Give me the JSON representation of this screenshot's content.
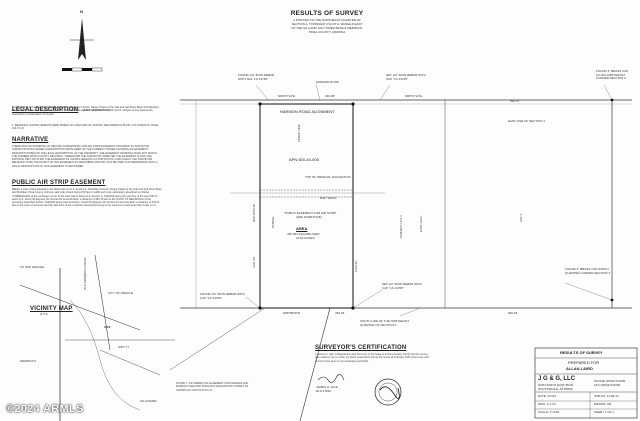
{
  "header": {
    "title": "RESULTS OF SURVEY",
    "lines": [
      "A PORTION OF THE NORTHEAST QUARTER OF",
      "SECTION 4, TOWNSHIP 9 SOUTH, RANGE 8 EAST",
      "OF THE GILA AND SALT RIVER BASE & MERIDIAN,",
      "PINAL COUNTY, ARIZONA"
    ]
  },
  "north_arrow": {
    "label": "N"
  },
  "notes": {
    "legal_description": {
      "heading": "LEGAL DESCRIPTION",
      "sub": "(DOC 133893 P.C.R.)",
      "text": "The West half of the East half of Lot 3, Section 4, Township 9 South, Range 8 East of the Gila and Salt River Base and Meridian, Pinal County, Arizona. Except all oil, gas and other minerals as reserved in instrument of record. Subject to any easements, restrictions or reservations of record."
    },
    "basis_of_bearing": {
      "text": "1. BEARINGS SHOWN HEREON WERE BASED ON A RECORD OF SURVEY RECORDED IN BOOK 3 OF SURVEYS, PAGE 104 P.C.R."
    },
    "narrative": {
      "heading": "NARRATIVE",
      "text": "THERE WAS NO EVIDENCE OF RECORD CONCERNING THIS AIR STRIP EASEMENT PROVIDED TO SURVEYOR. SURVEYOR DISCOVERED A DESCRIPTION FROM DEED OF THE CURRENT OWNER SHOWING AN EASEMENT DESCRIPTION BELOW THE LEGAL DESCRIPTION OF THE PROPERTY. THE EASEMENT WORDING DOES NOT MATCH THE NUMBER FROM COUNTY RECORDS; THEREFORE THE SURVEYOR ORIENTED THE EASEMENT ALONG THE EXISTING DIRT AIR STRIP. THE EASEMENT AS SHOWN HEREON IS A PORTION OF LAND WHICH THE SURVEYOR BELIEVES TO BE THE INTENT OF THE EASEMENT AS DESCRIBED AND MAY NOT BE USED FOR REFERENCE UNTIL A LEGAL DESCRIPTION OF THIS EASEMENT IS RECORDED."
    },
    "easement": {
      "heading": "PUBLIC AIR STRIP EASEMENT",
      "text": "BEING a strip of land situated in the West half of Lot 3, Section 4, Township 9 South, Range 8 East of the Gila and Salt River Base and Meridian, Pinal County, Arizona, said strip of land being 150 feet in width and more particularly described as follows: COMMENCING at the northeast corner of the west half of said Lot 3, Section 4; THENCE along the east line of the west half of said Lot 3, South 00 degrees 00 minutes 00 seconds East, a distance of 336.13 feet to the POINT OF BEGINNING of the centerline described herein; THENCE along said centerline, South 89 degrees 46 minutes 43 seconds East, a distance of 330.11 feet to the point of terminus and the side lines of the centerline description being to the east line of said west half of said Lot 3."
    }
  },
  "map": {
    "top_road": "HARMON ROAD",
    "road_alignment": "HARMON ROAD ALIGNMENT",
    "bearing_top": "N89°47'14\"E",
    "dist_top": "330.08'",
    "bearing_top_right": "N89°47'14\"E",
    "dist_top_right": "990.37'",
    "bearing_bottom": "N89°58'00\"E",
    "dist_bottom": "330.18'",
    "dist_bottom_right": "990.18'",
    "bearing_left": "N00°15'03\"W",
    "dist_left": "1321.44'",
    "dist_right": "1320.30'",
    "apn": "APN 500-40-005",
    "area_label": "AREA",
    "area_sqft": "436,064 SQUARE FEET",
    "area_acres": "10.01 ACRES",
    "easement_label": "\"PUBLIC EASEMENT FOR AIR STRIP\"",
    "easement_sub": "(SEE NARRATIVE)",
    "parcel_labels": [
      "PARCEL",
      "SUBJECT LOT 3",
      "EAST HALF",
      "LOT 3"
    ],
    "callouts": {
      "fnd_nw": "FOUND 1/2\" IRON REBAR WITH TAG \"LS 14765\"",
      "rebar_ne": "SET 1/2\" IRON REBAR WITH CAP \"LS 14765\"",
      "fnd_ne_corner": "FOUND 3\" BRASS CAP FLUSH NORTHEAST CORNER SECTION 4",
      "east_line": "EAST LINE OF SECTION 4",
      "se_corner": "FOUND 3\" BRASS CAP NORTH QUARTER CORNER SECTION 4",
      "south_line": "SOUTH LINE OF THE NORTHEAST QUARTER OF SECTION 4",
      "fnd_sw": "FOUND 1/2\" IRON REBAR WITH CAP \"LS 14765\"",
      "set_se": "SET 1/2\" IRON REBAR WITH CAP \"LS 14765\"",
      "road": "DIRT ROAD",
      "airstrip": "TOP OF ORIGINAL EXCAVATION",
      "fence": "FENCE LINE"
    }
  },
  "vicinity": {
    "heading": "VICINITY MAP",
    "nts": "N.T.S.",
    "labels": [
      "TO SAN MANUEL",
      "OLD MAMMOTH ROAD",
      "HWY 77",
      "MAMMOTH",
      "GILA RIVER",
      "CITY OF ORACLE",
      "SITE"
    ]
  },
  "bottom_note": {
    "text": "FOUND 1\" OF PERPETUAL EASEMENT FOR INGRESS AND EGRESS OVER AND THROUGH WASHINGTON STREET AS SHOWN ON THAT PLAT P.C.R."
  },
  "certification": {
    "heading": "SURVEYOR'S CERTIFICATION",
    "text": "I, James G. Gile, a Registered Land Surveyor in the State of Arizona hereby certify that this survey was made by me or under my direct supervision during the month of February 2024 and is true and correct to the best of my knowledge and belief.",
    "signer": "JAMES G. GILE",
    "reg": "RLS 27022"
  },
  "title_block": {
    "title": "RESULTS OF SURVEY",
    "prepared_for": "PREPARED FOR",
    "client": "ALLAN LAIRD",
    "company": "J G & G, LLC",
    "company_sub": "2036 NORTH EAST BLVD.",
    "company_city": "SCOTTSDALE, AZ 85260",
    "phone": "PHONE (480)370-9395",
    "fax": "FAX (480)370-9396",
    "rows": [
      [
        "DATE: 2/7/24",
        "JOB NO. 11-08-10"
      ],
      [
        "DWG: 2-7-24",
        "DRAWN: JW"
      ],
      [
        "SCALE: 1\"=150'",
        "SHEET 1 OF 1"
      ]
    ]
  },
  "watermark": "©2024 ARMLS"
}
